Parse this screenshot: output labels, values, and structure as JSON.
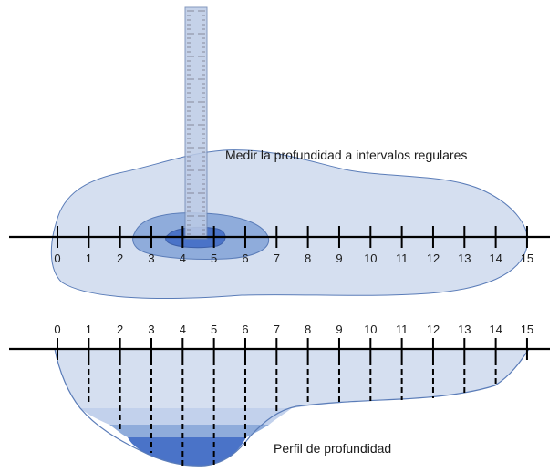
{
  "top_caption": "Medir la profundidad a intervalos regulares",
  "bottom_caption": "Perfil de profundidad",
  "top_axis_ticks": [
    "0",
    "1",
    "2",
    "3",
    "4",
    "5",
    "6",
    "7",
    "8",
    "9",
    "10",
    "11",
    "12",
    "13",
    "14",
    "15"
  ],
  "bottom_axis_ticks": [
    "0",
    "1",
    "2",
    "3",
    "4",
    "5",
    "6",
    "7",
    "8",
    "9",
    "10",
    "11",
    "12",
    "13",
    "14",
    "15"
  ],
  "colors": {
    "shallow": "#d5dff0",
    "medium": "#8facdb",
    "deep": "#4a73c8",
    "outline": "#5a7cb8",
    "line": "#000000"
  }
}
